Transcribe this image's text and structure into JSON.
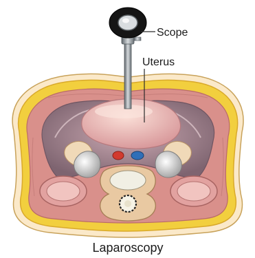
{
  "labels": {
    "scope": "Scope",
    "organ": "Uterus",
    "caption": "Laparoscopy"
  },
  "icons": [
    "laparoscope-icon"
  ],
  "colors": {
    "fat": "#f2cf3e",
    "fat_edge": "#d9a92a",
    "skin": "#fbe9c9",
    "muscle": "#d9908b",
    "muscle_dark": "#b96a68",
    "cavity": "#b9949d",
    "cavity_dark": "#8c6e79",
    "uterus": "#e9b4b4",
    "uterus_light": "#f6d3cc",
    "bone": "#f1efe4",
    "scope_metal": "#8d959b",
    "scope_dark": "#111111",
    "artery": "#d23a2f",
    "vein": "#2f6fb8"
  }
}
